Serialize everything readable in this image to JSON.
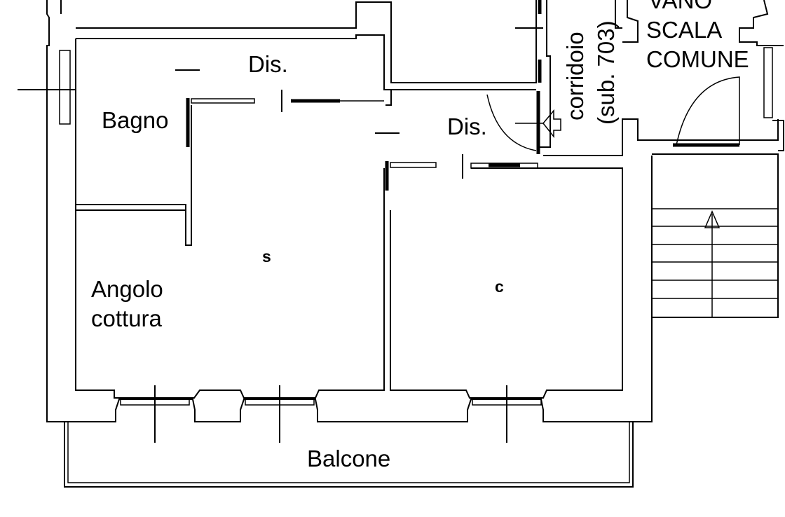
{
  "plan": {
    "rooms": {
      "dis_top": "Dis.",
      "bagno": "Bagno",
      "dis_right": "Dis.",
      "soggiorno": "s",
      "camera": "c",
      "angolo_line1": "Angolo",
      "angolo_line2": "cottura",
      "balcone": "Balcone",
      "corridoio": "corridoio",
      "corridoio_sub": "(sub. 703)",
      "vano_line1": "VANO",
      "vano_line2": "SCALA",
      "vano_line3": "COMUNE"
    }
  }
}
